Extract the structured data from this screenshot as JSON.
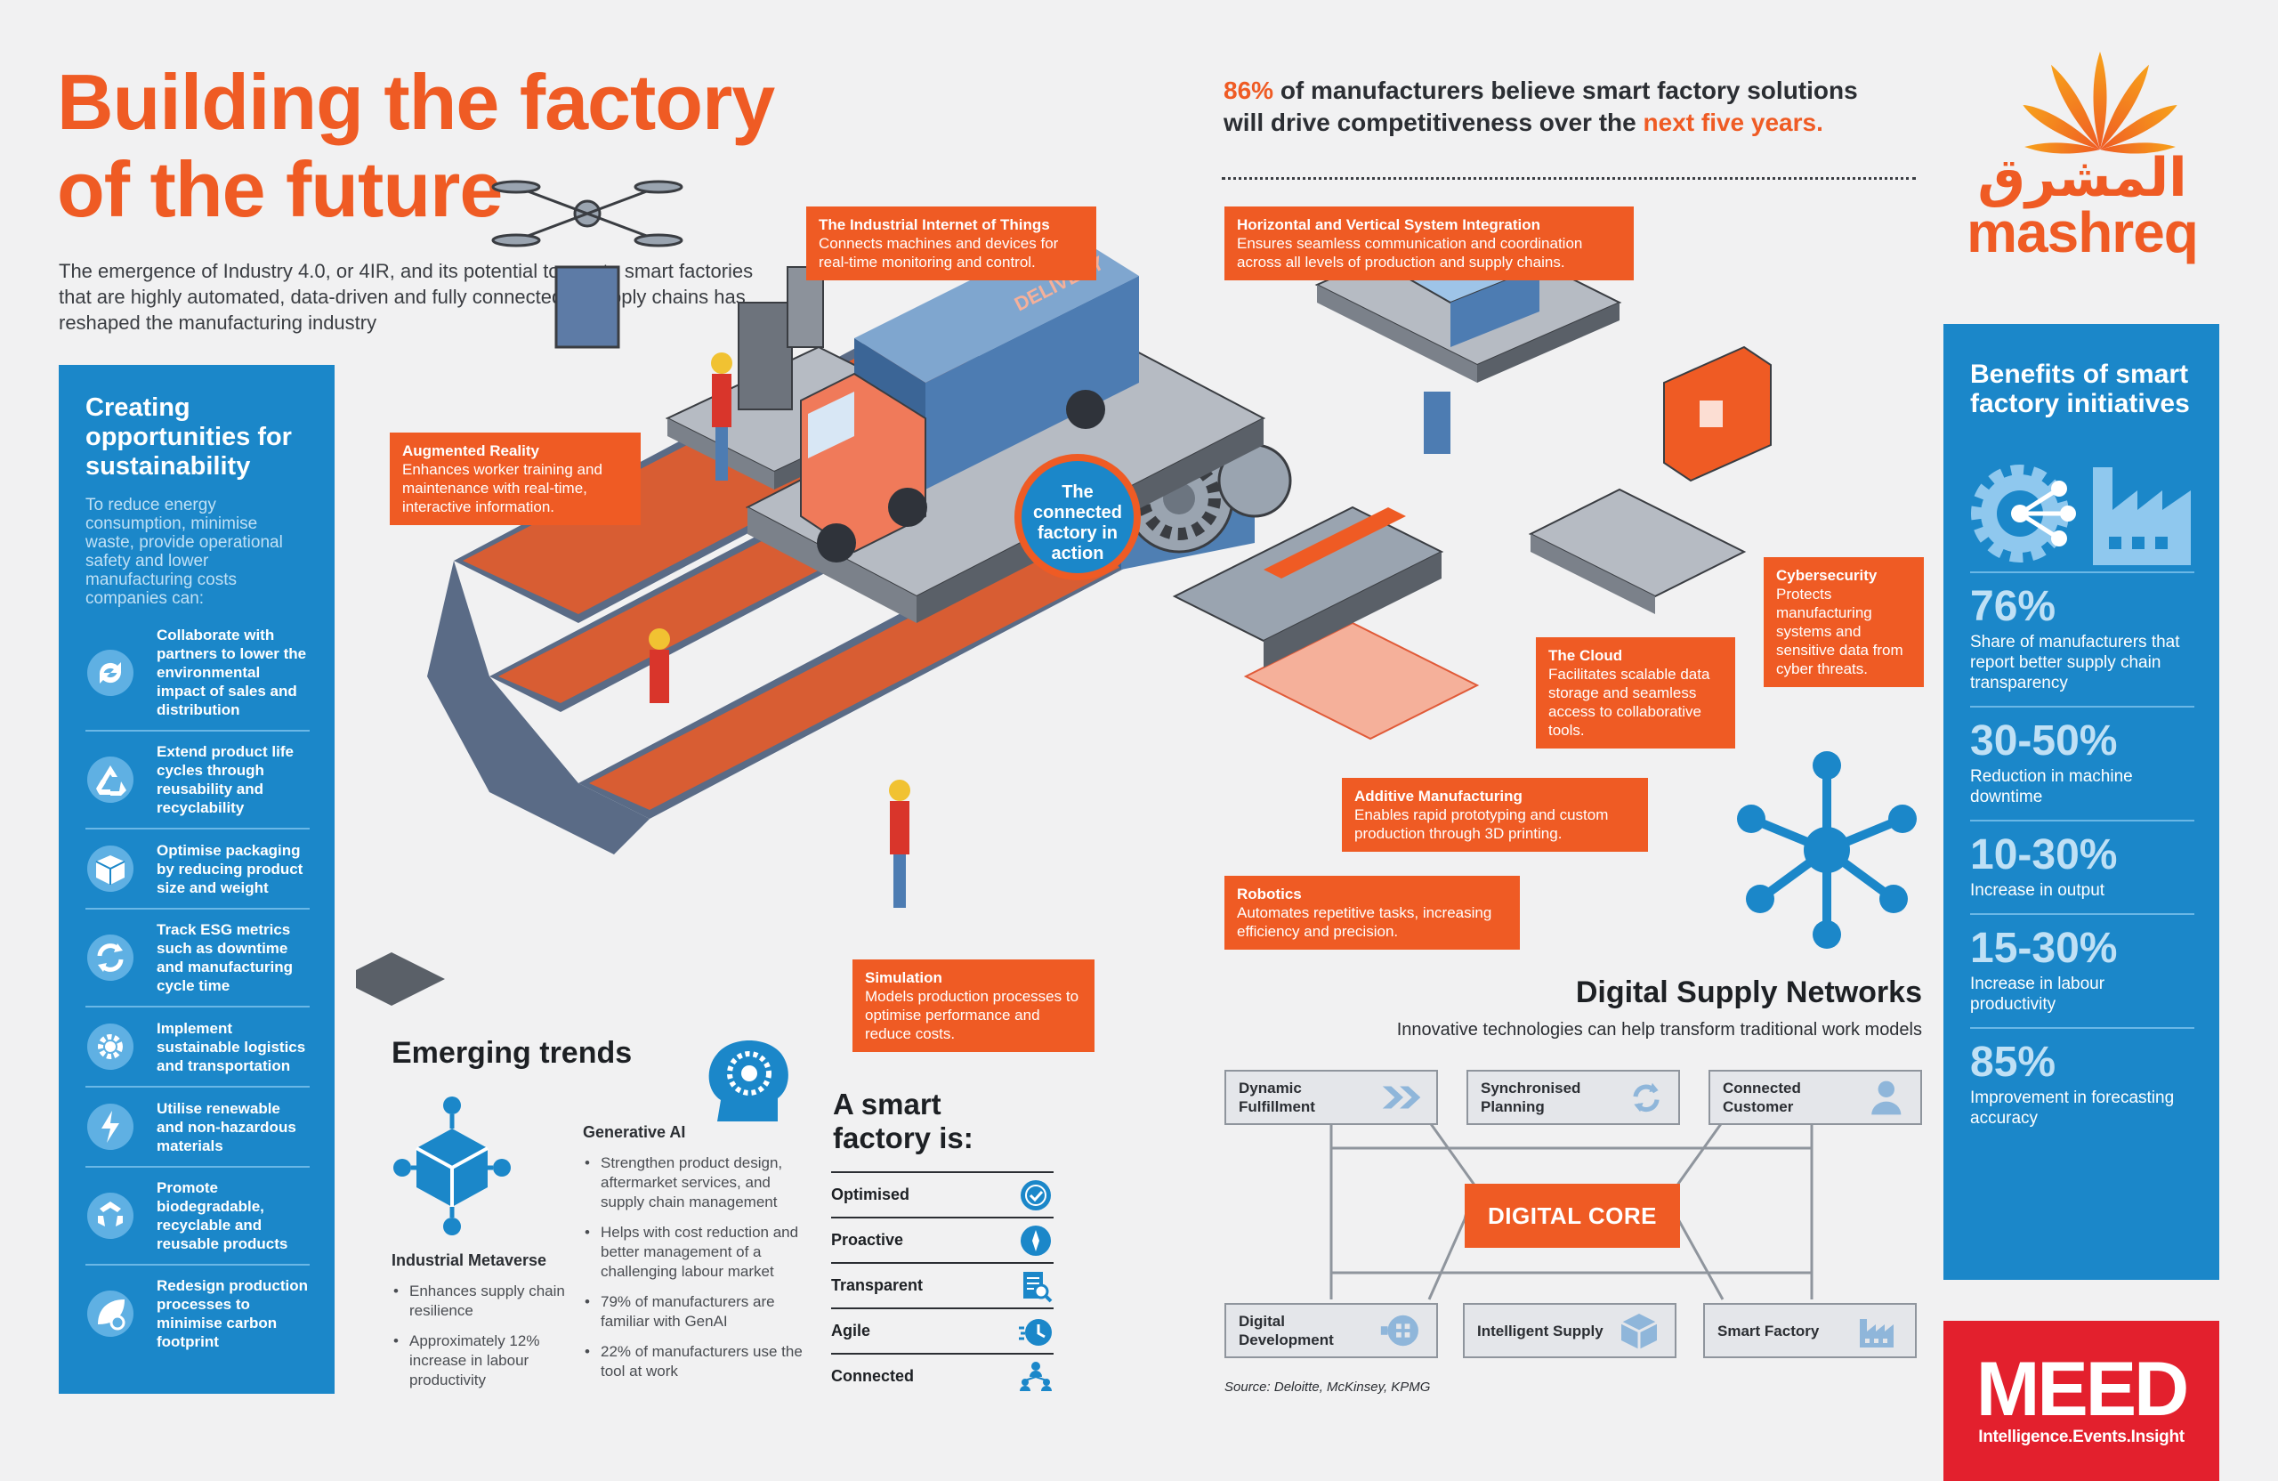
{
  "header": {
    "title_line1": "Building the factory",
    "title_line2": "of the future",
    "intro": "The emergence of Industry 4.0, or 4IR, and its potential to create smart factories that are highly automated, data-driven and fully connected to supply chains has reshaped the manufacturing industry",
    "stat_pct": "86%",
    "stat_text1": " of manufacturers believe smart factory solutions",
    "stat_text2": "will drive competitiveness over the ",
    "stat_highlight": "next five years."
  },
  "logo": {
    "arabic": "المشرق",
    "latin": "mashreq"
  },
  "sustainability": {
    "title": "Creating opportunities for sustainability",
    "lead": "To reduce energy consumption, minimise waste, provide operational safety and lower manufacturing costs companies can:",
    "items": [
      {
        "icon": "recycle-arrows-icon",
        "text": "Collaborate with partners to lower the environmental impact of sales and distribution"
      },
      {
        "icon": "recycle-triangle-icon",
        "text": "Extend product life cycles through reusability and recyclability"
      },
      {
        "icon": "package-box-icon",
        "text": "Optimise packaging by reducing product size and weight"
      },
      {
        "icon": "refresh-cycle-icon",
        "text": "Track ESG metrics such as downtime and manufacturing cycle time"
      },
      {
        "icon": "logistics-gear-icon",
        "text": "Implement sustainable logistics and transportation"
      },
      {
        "icon": "renewable-energy-icon",
        "text": "Utilise renewable and non-hazardous materials"
      },
      {
        "icon": "biodegradable-icon",
        "text": "Promote biodegradable, recyclable and reusable products"
      },
      {
        "icon": "leaf-carbon-icon",
        "text": "Redesign production processes to minimise carbon footprint"
      }
    ]
  },
  "callouts": {
    "iot": {
      "title": "The Industrial Internet of Things",
      "text": "Connects machines and devices for real-time monitoring and control."
    },
    "hvsi": {
      "title": "Horizontal and Vertical System Integration",
      "text": "Ensures seamless communication and coordination across all levels of production and supply chains."
    },
    "ar": {
      "title": "Augmented Reality",
      "text": "Enhances worker training and maintenance with real-time, interactive information."
    },
    "cyber": {
      "title": "Cybersecurity",
      "text": "Protects manufacturing systems and sensitive data from cyber threats."
    },
    "cloud": {
      "title": "The Cloud",
      "text": "Facilitates scalable data storage and seamless access to collaborative tools."
    },
    "additive": {
      "title": "Additive Manufacturing",
      "text": "Enables rapid prototyping and custom production through 3D printing."
    },
    "robotics": {
      "title": "Robotics",
      "text": "Automates repetitive tasks, increasing efficiency and precision."
    },
    "simulation": {
      "title": "Simulation",
      "text": "Models production processes to optimise performance and reduce costs."
    }
  },
  "hub": {
    "label": "The connected factory in action"
  },
  "illustration": {
    "truck_text": "DELIVERY"
  },
  "trends": {
    "title": "Emerging trends",
    "metaverse_title": "Industrial Metaverse",
    "metaverse_points": [
      "Enhances supply chain resilience",
      "Approximately 12% increase in labour productivity"
    ],
    "genai_title": "Generative AI",
    "genai_points": [
      "Strengthen product design, aftermarket services, and supply chain management",
      "Helps with cost reduction and better management of a challenging labour market",
      "79% of manufacturers are familiar with GenAI",
      "22% of manufacturers use the tool at work"
    ]
  },
  "smart_factory": {
    "title": "A smart factory is:",
    "items": [
      {
        "label": "Optimised",
        "icon": "check-circle-icon"
      },
      {
        "label": "Proactive",
        "icon": "compass-icon"
      },
      {
        "label": "Transparent",
        "icon": "document-search-icon"
      },
      {
        "label": "Agile",
        "icon": "speed-clock-icon"
      },
      {
        "label": "Connected",
        "icon": "network-people-icon"
      }
    ]
  },
  "dsn": {
    "title": "Digital Supply Networks",
    "subtitle": "Innovative technologies can help transform traditional work models",
    "core": "DIGITAL CORE",
    "nodes": [
      {
        "label": "Dynamic Fulfillment",
        "icon": "double-chevron-icon"
      },
      {
        "label": "Synchronised Planning",
        "icon": "sync-arrows-icon"
      },
      {
        "label": "Connected Customer",
        "icon": "person-icon"
      },
      {
        "label": "Digital Development",
        "icon": "digital-puzzle-icon"
      },
      {
        "label": "Intelligent Supply",
        "icon": "cube-box-icon"
      },
      {
        "label": "Smart Factory",
        "icon": "factory-icon"
      }
    ],
    "source": "Source: Deloitte, McKinsey, KPMG"
  },
  "benefits": {
    "title": "Benefits of smart factory initiatives",
    "stats": [
      {
        "value": "76%",
        "label": "Share of manufacturers that report better supply chain transparency"
      },
      {
        "value": "30-50%",
        "label": "Reduction in machine downtime"
      },
      {
        "value": "10-30%",
        "label": "Increase in output"
      },
      {
        "value": "15-30%",
        "label": "Increase in labour productivity"
      },
      {
        "value": "85%",
        "label": "Improvement in forecasting accuracy"
      }
    ]
  },
  "meed": {
    "logo": "MEED",
    "tagline": "Intelligence.Events.Insight"
  },
  "colors": {
    "orange": "#ef5b24",
    "blue": "#1b87c9",
    "red": "#e3202d",
    "background": "#f1f1f2"
  }
}
